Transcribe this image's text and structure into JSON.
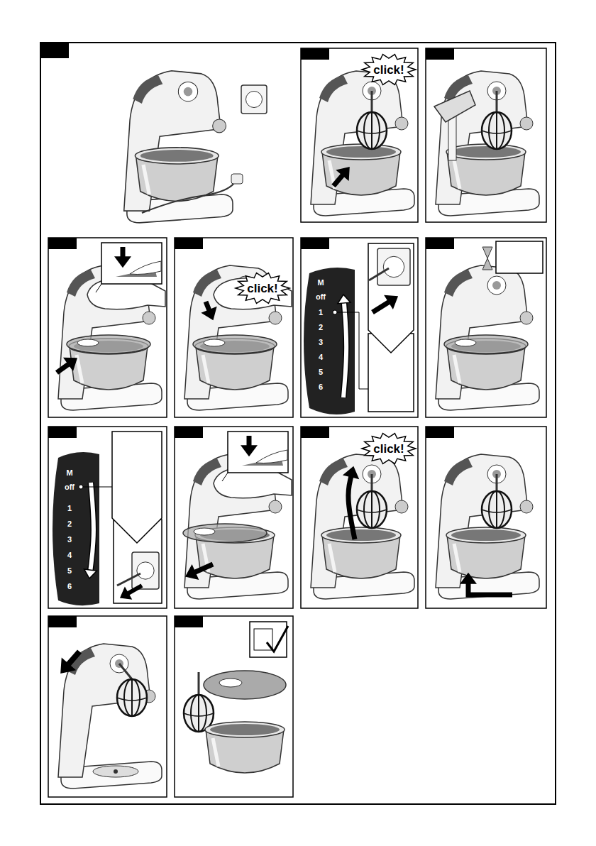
{
  "diagram": {
    "labels": [
      "click!",
      "click!",
      "M",
      "off",
      "1",
      "2",
      "3",
      "4",
      "5",
      "6",
      "M",
      "off",
      "1",
      "2",
      "3",
      "4",
      "5",
      "6",
      "click!"
    ]
  }
}
